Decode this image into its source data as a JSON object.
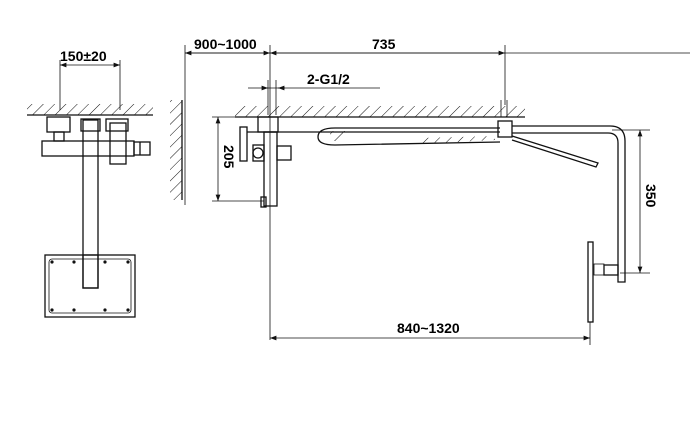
{
  "dimensions": {
    "spacing": "150±20",
    "wall_distance": "900~1000",
    "arm_length": "735",
    "inlet": "2-G1/2",
    "mixer_height": "205",
    "head_drop": "350",
    "hose_range": "840~1320"
  },
  "colors": {
    "line": "#111111",
    "background": "#ffffff"
  }
}
